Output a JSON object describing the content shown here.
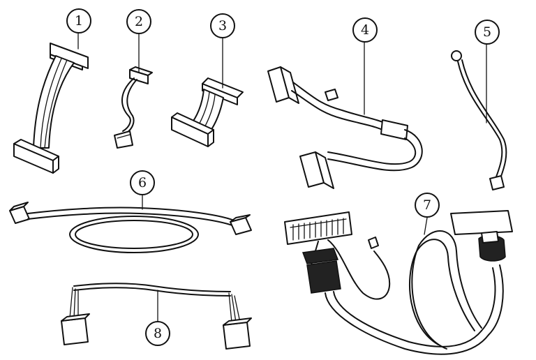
{
  "callouts": [
    {
      "id": "1",
      "label": "1"
    },
    {
      "id": "2",
      "label": "2"
    },
    {
      "id": "3",
      "label": "3"
    },
    {
      "id": "4",
      "label": "4"
    },
    {
      "id": "5",
      "label": "5"
    },
    {
      "id": "6",
      "label": "6"
    },
    {
      "id": "7",
      "label": "7"
    },
    {
      "id": "8",
      "label": "8"
    }
  ],
  "colors": {
    "ink": "#111111",
    "paper": "#ffffff"
  }
}
